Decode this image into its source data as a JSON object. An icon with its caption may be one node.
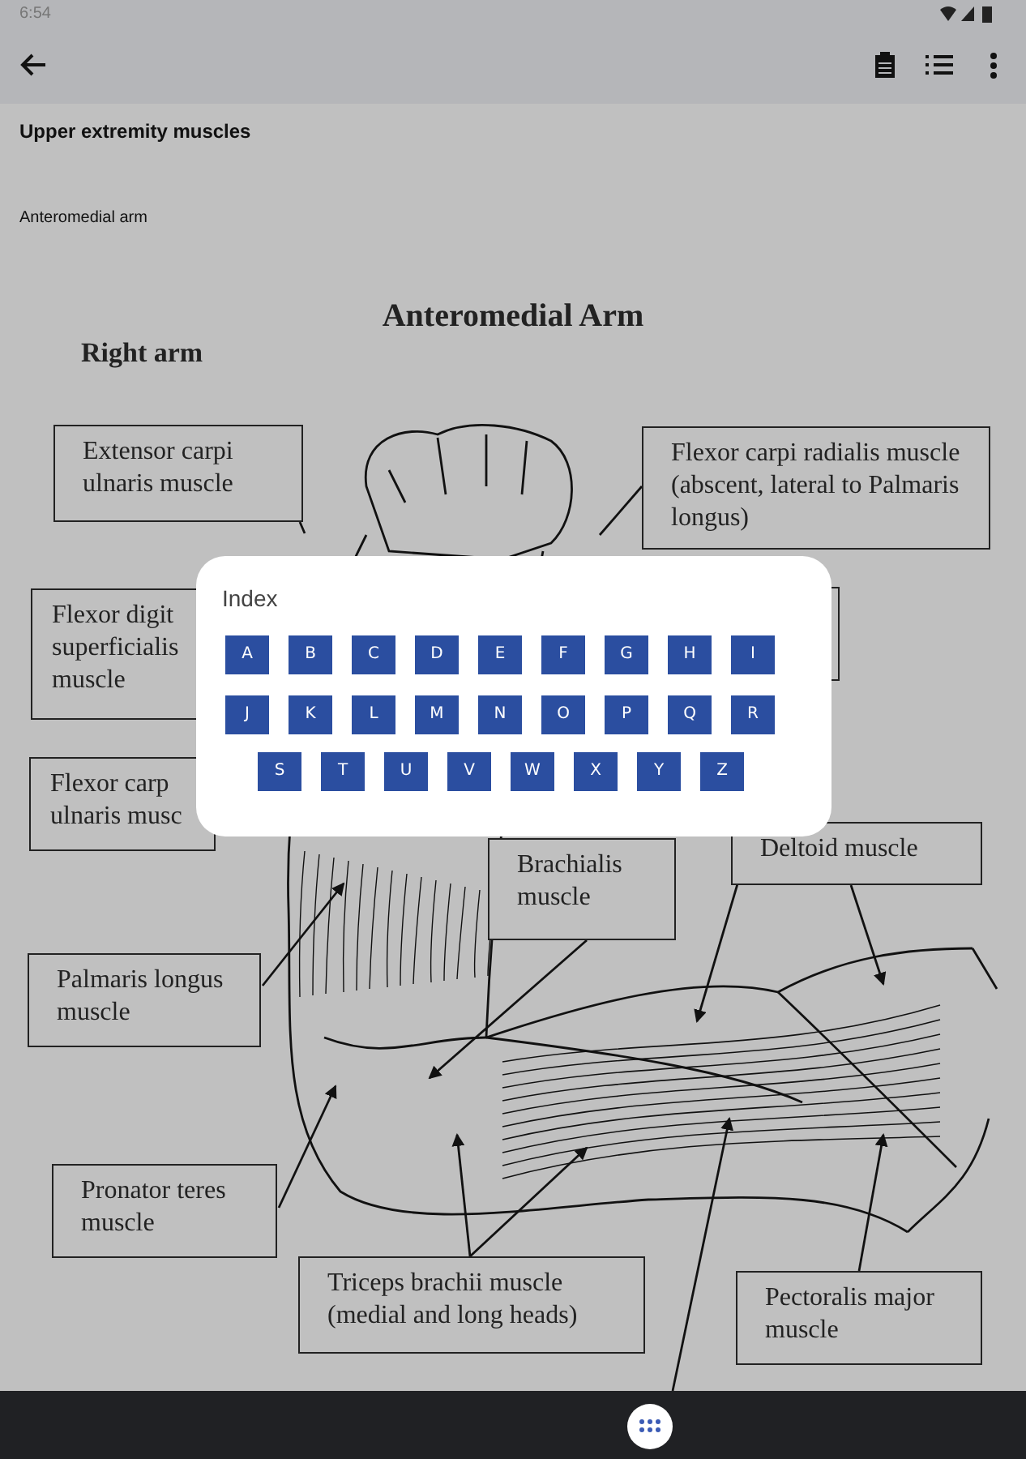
{
  "diagram": {
    "title": "Anteromedial Arm",
    "nodes": [
      {
        "text": [
          "Extensor carpi ulnaris muscle"
        ]
      },
      {
        "text": [
          "Flexor carpi radialis muscle (abscent, lateral to Palmaris longus)"
        ]
      },
      {
        "text": [
          "Flexor digit superficialis muscle"
        ]
      },
      {
        "text": [],
        "shape": "box"
      },
      {
        "text": [
          "Flexor carp ulnaris musc"
        ]
      },
      {
        "text": [
          "Brachialis muscle"
        ]
      },
      {
        "text": [
          "Deltoid muscle"
        ]
      },
      {
        "text": [
          "Palmaris longus muscle"
        ]
      },
      {
        "text": [
          "Pronator teres muscle"
        ]
      },
      {
        "text": [
          "Triceps brachii muscle (medial and long heads)"
        ]
      },
      {
        "text": [
          "Pectoralis major muscle"
        ]
      },
      {
        "text": [
          "Index"
        ]
      },
      {
        "text": [
          "A"
        ],
        "in": 11
      },
      {
        "text": [
          "B"
        ],
        "in": 11
      },
      {
        "text": [
          "C"
        ],
        "in": 11
      },
      {
        "text": [
          "D"
        ],
        "in": 11
      },
      {
        "text": [
          "E"
        ],
        "in": 11
      },
      {
        "text": [
          "F"
        ],
        "in": 11
      },
      {
        "text": [
          "G"
        ],
        "in": 11
      },
      {
        "text": [
          "H"
        ],
        "in": 11
      },
      {
        "text": [
          "I"
        ],
        "in": 11
      },
      {
        "text": [
          "J"
        ],
        "in": 11
      },
      {
        "text": [
          "K"
        ],
        "in": 11
      },
      {
        "text": [
          "L"
        ],
        "in": 11
      },
      {
        "text": [
          "M"
        ],
        "in": 11
      },
      {
        "text": [
          "N"
        ],
        "in": 11
      },
      {
        "text": [
          "O"
        ],
        "in": 11
      },
      {
        "text": [
          "P"
        ],
        "in": 11
      },
      {
        "text": [
          "Q"
        ],
        "in": 11
      },
      {
        "text": [
          "R"
        ],
        "in": 11
      },
      {
        "text": [
          "S"
        ],
        "in": 11
      },
      {
        "text": [
          "T"
        ],
        "in": 11
      },
      {
        "text": [
          "U"
        ],
        "in": 11
      },
      {
        "text": [
          "V"
        ],
        "in": 11
      },
      {
        "text": [
          "W"
        ],
        "in": 11
      },
      {
        "text": [
          "X"
        ],
        "in": 11
      },
      {
        "text": [
          "Y"
        ],
        "in": 11
      },
      {
        "text": [
          "Z"
        ],
        "in": 11
      }
    ],
    "edges": [
      {
        "from": 0,
        "to": null,
        "arrow": "none"
      },
      {
        "from": 1,
        "to": null,
        "arrow": "none"
      },
      {
        "from": 7,
        "to": null,
        "arrow": "to"
      },
      {
        "from": 5,
        "to": null,
        "arrow": "to"
      },
      {
        "from": 3,
        "to": null,
        "arrow": "to"
      },
      {
        "from": 6,
        "to": null,
        "arrow": "to"
      },
      {
        "from": 8,
        "to": null,
        "arrow": "to"
      },
      {
        "from": 9,
        "to": null,
        "arrow": "to"
      },
      {
        "from": 9,
        "to": null,
        "arrow": "to"
      },
      {
        "from": 10,
        "to": null,
        "arrow": "to"
      }
    ],
    "labels": [
      "6:54",
      "Upper extremity muscles",
      "Anteromedial arm",
      "Right arm"
    ]
  }
}
